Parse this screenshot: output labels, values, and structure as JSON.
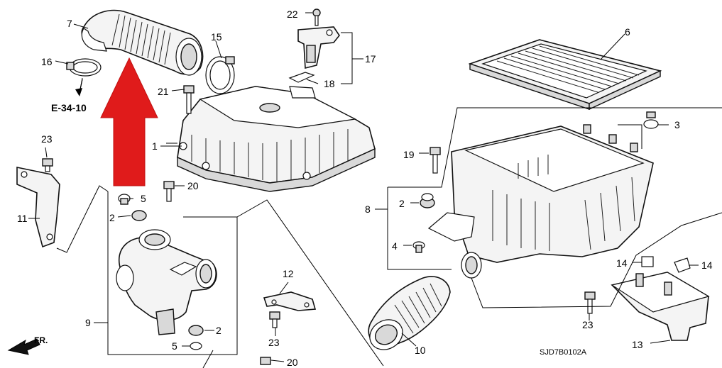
{
  "labels": {
    "p1": "1",
    "p2a": "2",
    "p2b": "2",
    "p2c": "2",
    "p3": "3",
    "p4": "4",
    "p5a": "5",
    "p5b": "5",
    "p6": "6",
    "p7": "7",
    "p8": "8",
    "p9": "9",
    "p10": "10",
    "p11": "11",
    "p12": "12",
    "p13": "13",
    "p14a": "14",
    "p14b": "14",
    "p15": "15",
    "p16": "16",
    "p17": "17",
    "p18": "18",
    "p19": "19",
    "p20a": "20",
    "p20b": "20",
    "p21": "21",
    "p22": "22",
    "p23a": "23",
    "p23b": "23",
    "p23c": "23"
  },
  "reference": "E-34-10",
  "front_marker": "FR.",
  "diagram_code": "SJD7B0102A",
  "colors": {
    "highlight_arrow": "#e01b1b",
    "line": "#000000"
  }
}
